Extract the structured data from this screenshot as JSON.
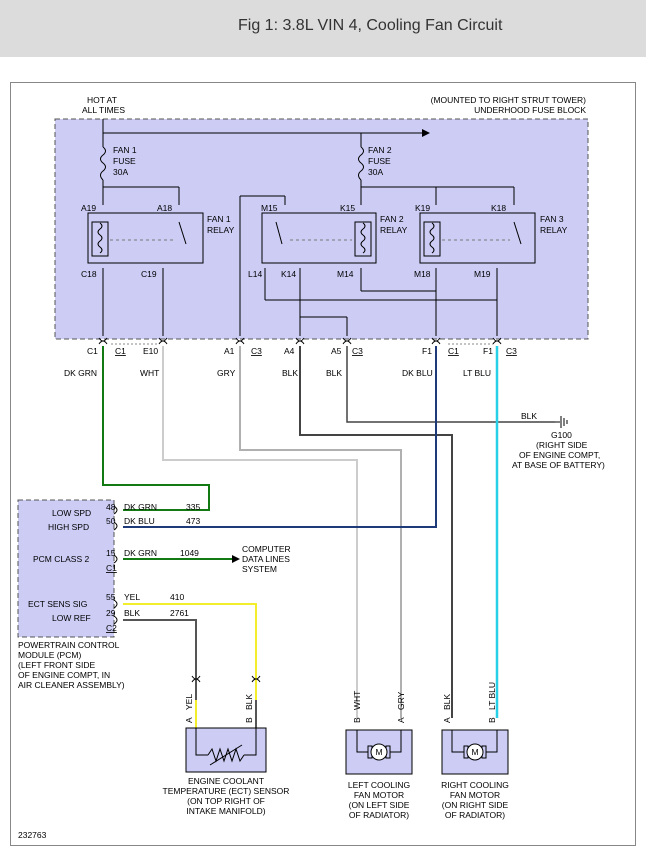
{
  "title": "Fig 1: 3.8L VIN 4, Cooling Fan Circuit",
  "colors": {
    "title_bg": "#dcdcdc",
    "fuse_block_fill": "#ccccf5",
    "dk_grn": "#137a13",
    "dk_blu": "#1f3a78",
    "lt_blu": "#27d0e6",
    "yel": "#f2ee2a",
    "wht": "#cccccc",
    "gry": "#b0b0b0",
    "blk": "#444444",
    "module_fill": "#ccccf5"
  },
  "fuse_block": {
    "hot_label_1": "HOT AT",
    "hot_label_2": "ALL TIMES",
    "mount_label_1": "(MOUNTED TO RIGHT STRUT TOWER)",
    "mount_label_2": "UNDERHOOD FUSE BLOCK",
    "fuse1": [
      "FAN 1",
      "FUSE",
      "30A"
    ],
    "fuse2": [
      "FAN 2",
      "FUSE",
      "30A"
    ],
    "relay1": {
      "name": [
        "FAN 1",
        "RELAY"
      ],
      "pins": [
        "A19",
        "A18",
        "C18",
        "C19"
      ]
    },
    "relay2": {
      "name": [
        "FAN 2",
        "RELAY"
      ],
      "pins": [
        "M15",
        "K15",
        "L14",
        "K14",
        "M14"
      ]
    },
    "relay3": {
      "name": [
        "FAN 3",
        "RELAY"
      ],
      "pins": [
        "K19",
        "K18",
        "M18",
        "M19"
      ]
    }
  },
  "connectors": [
    {
      "pin": "C1",
      "conn": "C1",
      "color": "DK GRN"
    },
    {
      "pin": "E10",
      "conn": "",
      "color": "WHT"
    },
    {
      "pin": "A1",
      "conn": "C3",
      "color": "GRY"
    },
    {
      "pin": "A4",
      "conn": "",
      "color": "BLK"
    },
    {
      "pin": "A5",
      "conn": "C3",
      "color": "BLK"
    },
    {
      "pin": "F1",
      "conn": "C1",
      "color": "DK BLU"
    },
    {
      "pin": "F1",
      "conn": "C3",
      "color": "LT BLU"
    }
  ],
  "ground": {
    "wire": "BLK",
    "id": "G100",
    "desc": [
      "(RIGHT SIDE",
      "OF ENGINE COMPT,",
      "AT BASE OF BATTERY)"
    ]
  },
  "pcm": {
    "signals": [
      "LOW SPD",
      "HIGH SPD",
      "PCM CLASS 2",
      "ECT SENS SIG",
      "LOW REF"
    ],
    "pins": [
      "48",
      "50",
      "15",
      "55",
      "29"
    ],
    "colors": [
      "DK GRN",
      "DK BLU",
      "DK GRN",
      "YEL",
      "BLK"
    ],
    "circuits": [
      "335",
      "473",
      "1049",
      "410",
      "2761"
    ],
    "conn_c1": "C1",
    "conn_c2": "C2",
    "desc": [
      "POWERTRAIN CONTROL",
      "MODULE (PCM)",
      "(LEFT FRONT SIDE",
      "OF ENGINE COMPT, IN",
      "AIR CLEANER ASSEMBLY)"
    ],
    "data_lines": [
      "COMPUTER",
      "DATA LINES",
      "SYSTEM"
    ]
  },
  "ect_sensor": {
    "pin_a": "A",
    "wire_a": "YEL",
    "pin_b": "B",
    "wire_b": "BLK",
    "desc": [
      "ENGINE COOLANT",
      "TEMPERATURE (ECT) SENSOR",
      "(ON TOP RIGHT OF",
      "INTAKE MANIFOLD)"
    ]
  },
  "left_motor": {
    "pin_b": "B",
    "wire_b": "WHT",
    "pin_a": "A",
    "wire_a": "GRY",
    "symbol": "M",
    "desc": [
      "LEFT COOLING",
      "FAN MOTOR",
      "(ON LEFT SIDE",
      "OF RADIATOR)"
    ]
  },
  "right_motor": {
    "pin_a": "A",
    "wire_a": "BLK",
    "pin_b": "B",
    "wire_b": "LT BLU",
    "symbol": "M",
    "desc": [
      "RIGHT COOLING",
      "FAN MOTOR",
      "(ON RIGHT SIDE",
      "OF RADIATOR)"
    ]
  },
  "figure_id": "232763"
}
